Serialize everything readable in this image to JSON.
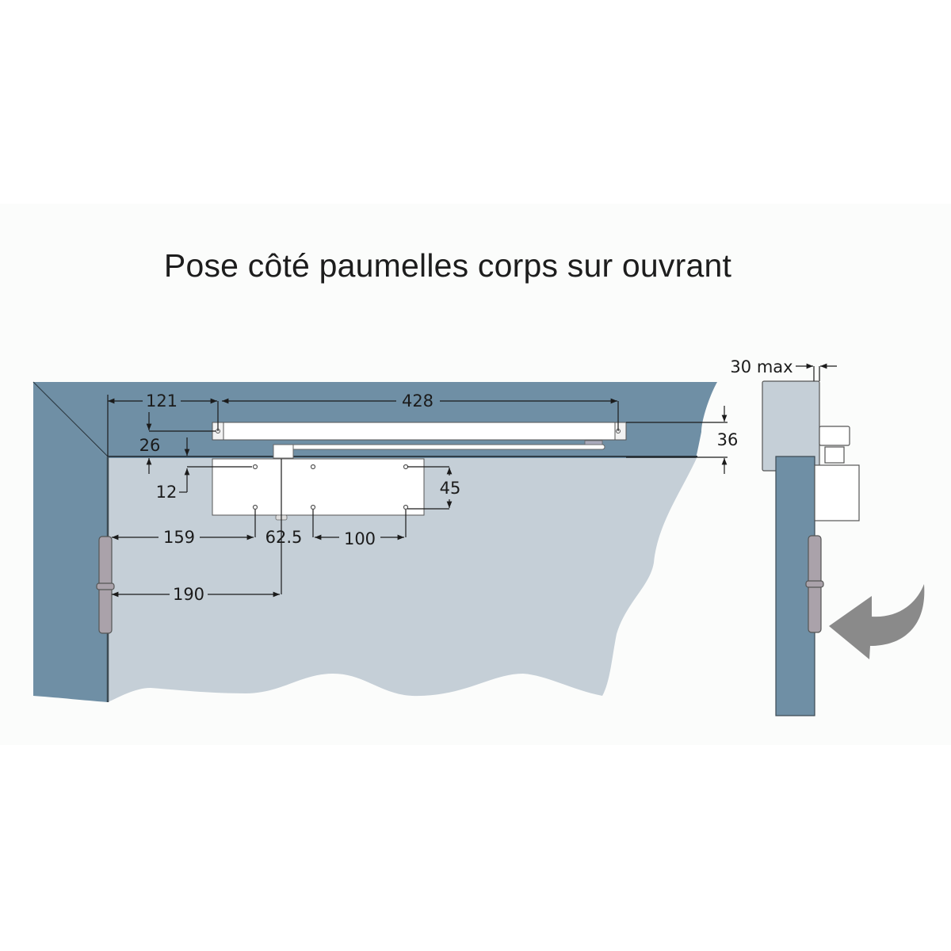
{
  "title": "Pose côté paumelles corps sur ouvrant",
  "colors": {
    "frame": "#6f8fa5",
    "door": "#c5cfd7",
    "background_panel": "#fbfcfb",
    "closer_body": "#ffffff",
    "hinge": "#aaa2aa",
    "arrow": "#8a8a8a",
    "dimension_line": "#1b1b1b"
  },
  "front_view": {
    "dimensions": {
      "frame_to_rail_hole": "121",
      "rail_hole_spacing": "428",
      "rail_offset_vertical": "26",
      "body_offset_vertical": "12",
      "rail_height": "36",
      "body_hole_spacing_vertical": "45",
      "hinge_to_body_hole": "159",
      "body_hole_center": "62.5",
      "body_hole_spacing": "100",
      "hinge_to_arm_axis": "190"
    }
  },
  "side_view": {
    "dimensions": {
      "max_offset": "30 max"
    },
    "icons": [
      "opening-direction-arrow",
      "hinge"
    ]
  }
}
